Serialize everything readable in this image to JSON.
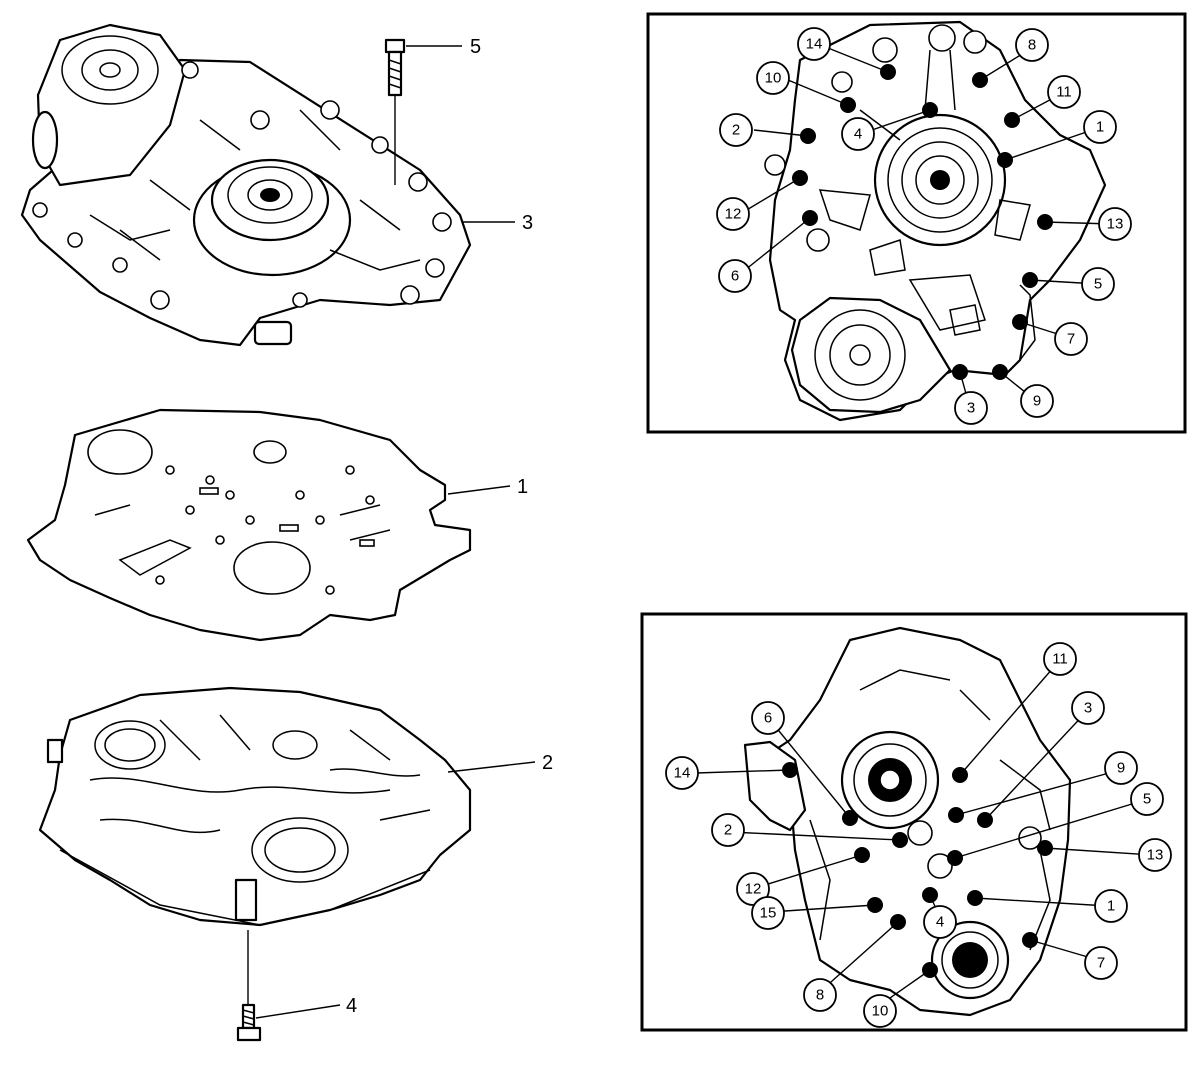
{
  "exploded_view": {
    "callouts": [
      "5",
      "3",
      "1",
      "2",
      "4"
    ]
  },
  "upper_view": {
    "callouts": [
      "14",
      "8",
      "10",
      "11",
      "1",
      "2",
      "4",
      "12",
      "13",
      "6",
      "5",
      "7",
      "3",
      "9"
    ]
  },
  "lower_view": {
    "callouts": [
      "11",
      "6",
      "3",
      "14",
      "9",
      "5",
      "2",
      "13",
      "12",
      "1",
      "4",
      "15",
      "7",
      "8",
      "10"
    ]
  }
}
